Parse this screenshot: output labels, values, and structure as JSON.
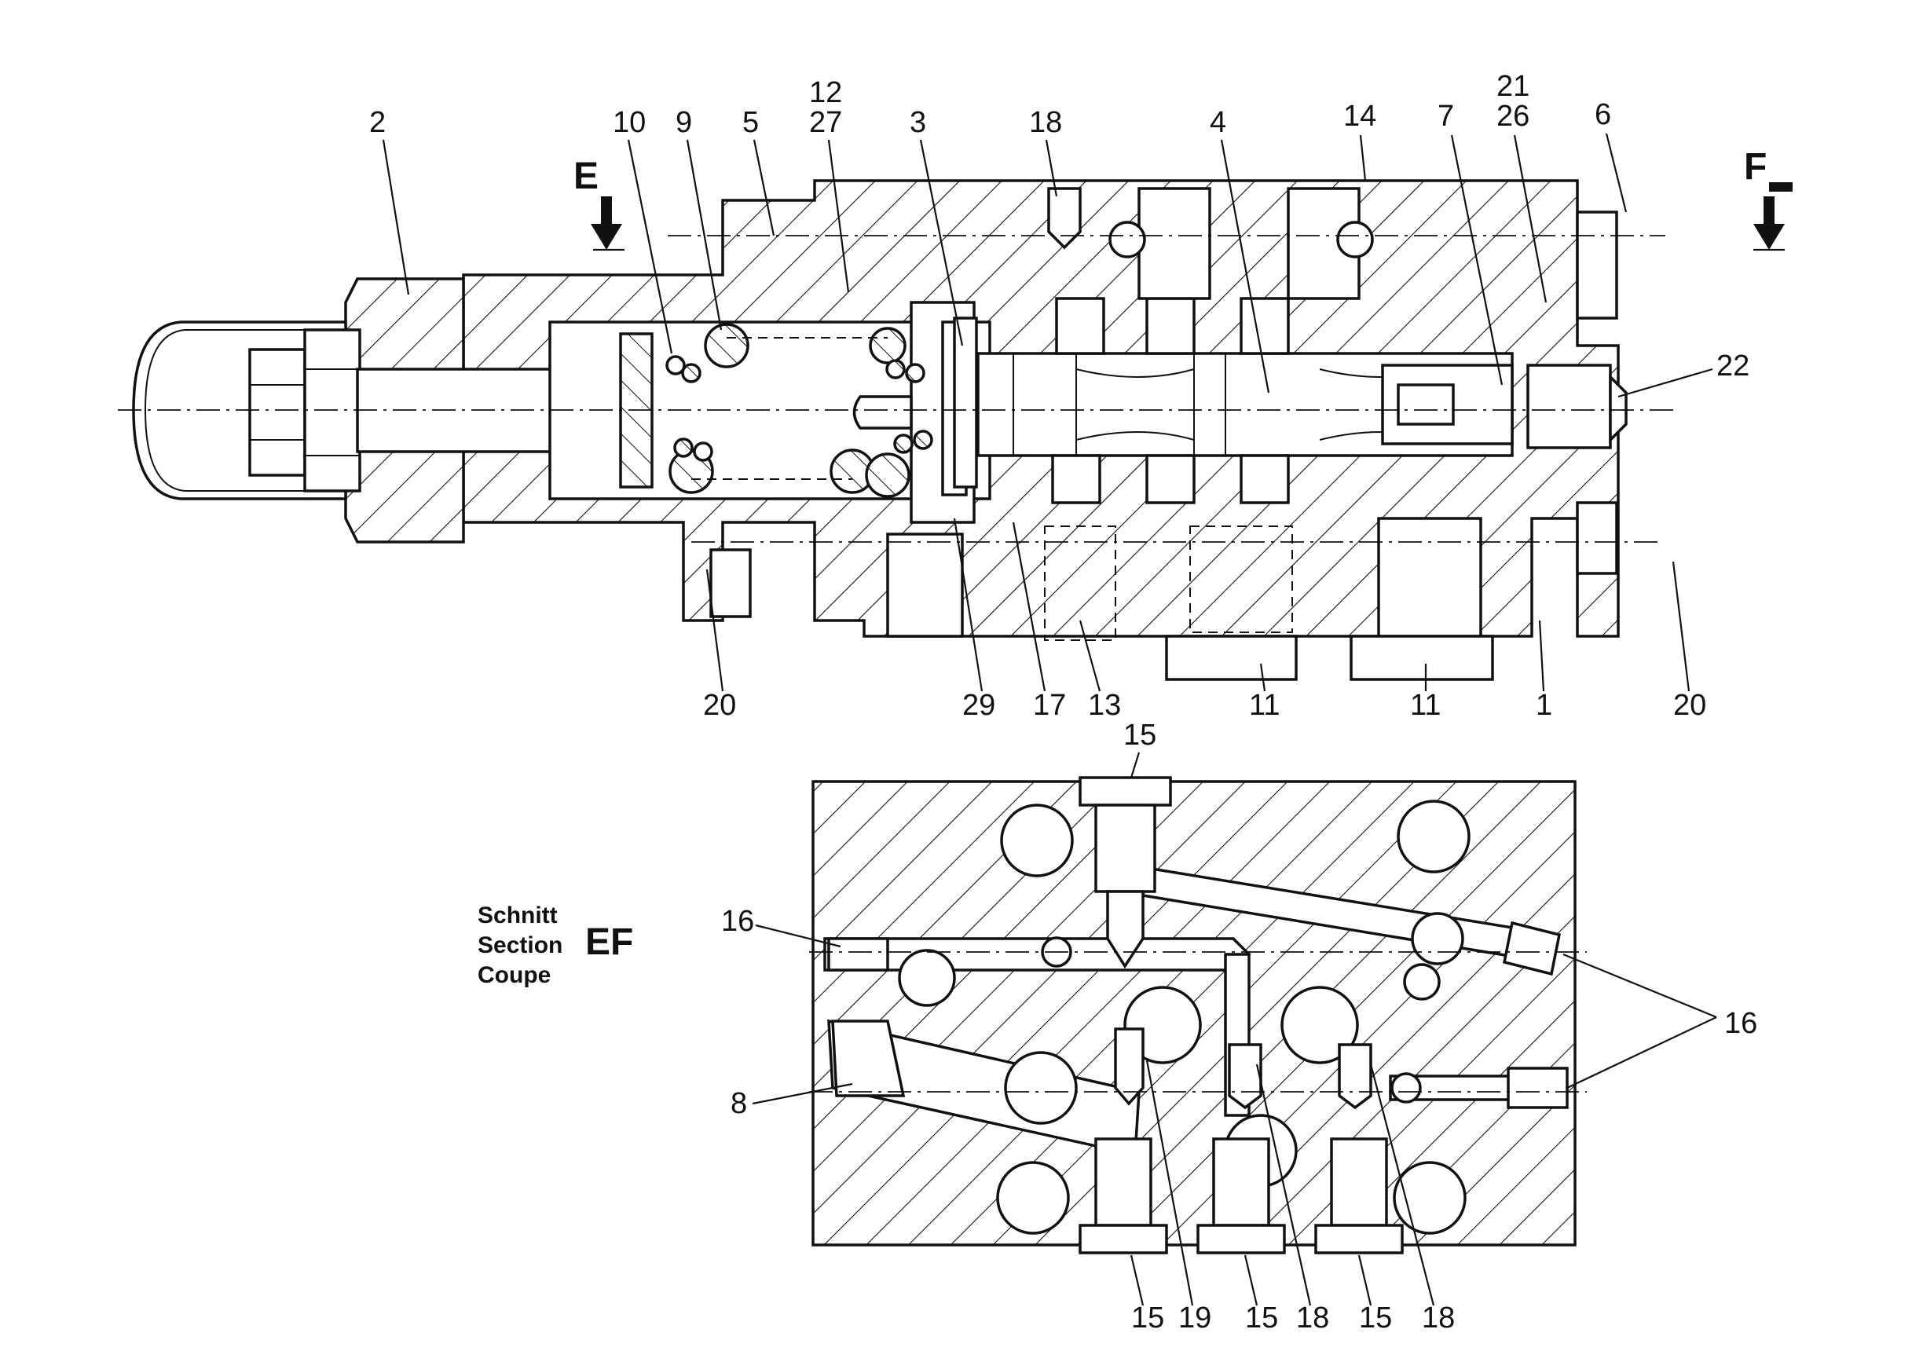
{
  "upper_view": {
    "section_markers": [
      "E",
      "F"
    ],
    "callouts": [
      "2",
      "10",
      "9",
      "5",
      "12",
      "27",
      "3",
      "18",
      "4",
      "14",
      "7",
      "21",
      "26",
      "6",
      "22",
      "20",
      "29",
      "17",
      "13",
      "11",
      "11",
      "1",
      "20"
    ]
  },
  "lower_view": {
    "caption": {
      "line1": "Schnitt",
      "line2": "Section",
      "line3": "Coupe",
      "section_id": "EF"
    },
    "callouts": [
      "15",
      "16",
      "8",
      "16",
      "15",
      "19",
      "15",
      "18",
      "15",
      "18"
    ]
  },
  "colors": {
    "ink": "#111111",
    "paper": "#ffffff"
  }
}
